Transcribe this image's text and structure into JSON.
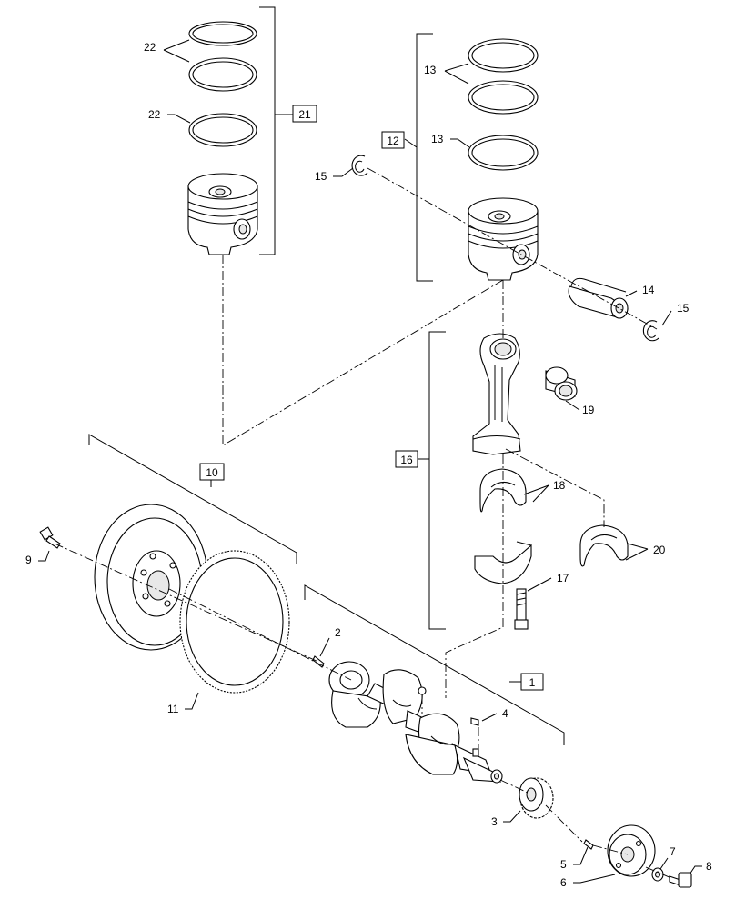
{
  "callouts": {
    "c1": "1",
    "c2": "2",
    "c3": "3",
    "c4": "4",
    "c5": "5",
    "c6": "6",
    "c7": "7",
    "c8": "8",
    "c9": "9",
    "c10": "10",
    "c11": "11",
    "c12": "12",
    "c13a": "13",
    "c13b": "13",
    "c14": "14",
    "c15a": "15",
    "c15b": "15",
    "c16": "16",
    "c17": "17",
    "c18": "18",
    "c19": "19",
    "c20": "20",
    "c21": "21",
    "c22a": "22",
    "c22b": "22"
  },
  "colors": {
    "line": "#000000",
    "background": "#ffffff",
    "shade": "#e8e8e8"
  }
}
